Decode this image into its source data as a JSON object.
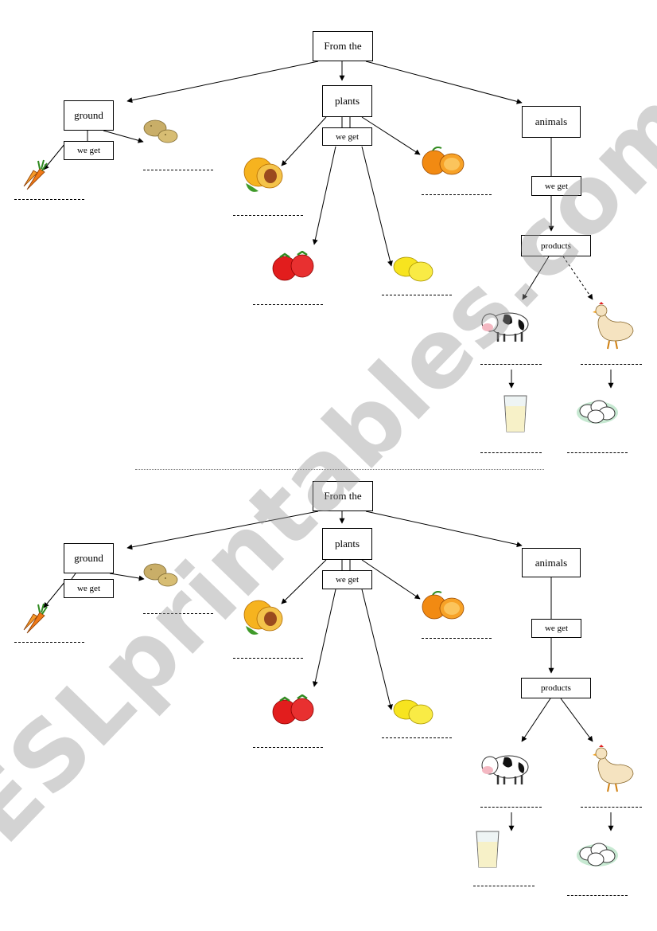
{
  "worksheet": {
    "root_label": "From the",
    "categories": {
      "ground": "ground",
      "plants": "plants",
      "animals": "animals"
    },
    "we_get": "we get",
    "products": "products",
    "icons": {
      "ground": [
        "carrot-icon",
        "potato-icon"
      ],
      "plants": [
        "peach-icon",
        "orange-icon",
        "tomato-icon",
        "lemon-icon"
      ],
      "animals": [
        "cow-icon",
        "chicken-icon"
      ],
      "products": [
        "milk-glass-icon",
        "eggs-icon"
      ]
    },
    "watermark": "ESLprintables.com"
  }
}
